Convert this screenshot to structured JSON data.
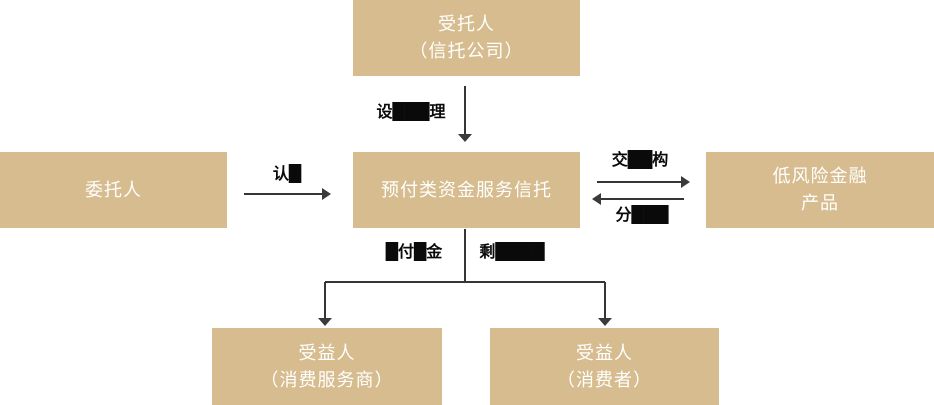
{
  "diagram": {
    "background": "#FFFFFF",
    "colors": {
      "node_fill": "#D6BC8E",
      "node_text": "#FFFFFF",
      "connector": "#353535",
      "edge_label_text": "#0A0A0A"
    },
    "nodes": {
      "trustee": {
        "lines": [
          "受托人",
          "（信托公司）"
        ]
      },
      "principal": {
        "lines": [
          "委托人"
        ]
      },
      "trust": {
        "lines": [
          "预付类资金服务信托"
        ]
      },
      "product": {
        "lines": [
          "低风险金融",
          "产品"
        ]
      },
      "beneficiary_merchant": {
        "lines": [
          "受益人",
          "（消费服务商）"
        ]
      },
      "beneficiary_consumer": {
        "lines": [
          "受益人",
          "（消费者）"
        ]
      }
    },
    "edges": {
      "manage": {
        "label": "设███理",
        "from": "trustee",
        "to": "trust",
        "direction": "down"
      },
      "subscribe": {
        "label": "认█",
        "from": "principal",
        "to": "trust",
        "direction": "right"
      },
      "invest": {
        "label": "交██构",
        "from": "trust",
        "to": "product",
        "direction": "right"
      },
      "distribute": {
        "label": "分███",
        "from": "product",
        "to": "trust",
        "direction": "left"
      },
      "redeem": {
        "label": "█付█金",
        "from": "trust",
        "to": "beneficiary_merchant",
        "direction": "down"
      },
      "residual": {
        "label": "剩████",
        "from": "trust",
        "to": "beneficiary_consumer",
        "direction": "down"
      }
    }
  }
}
